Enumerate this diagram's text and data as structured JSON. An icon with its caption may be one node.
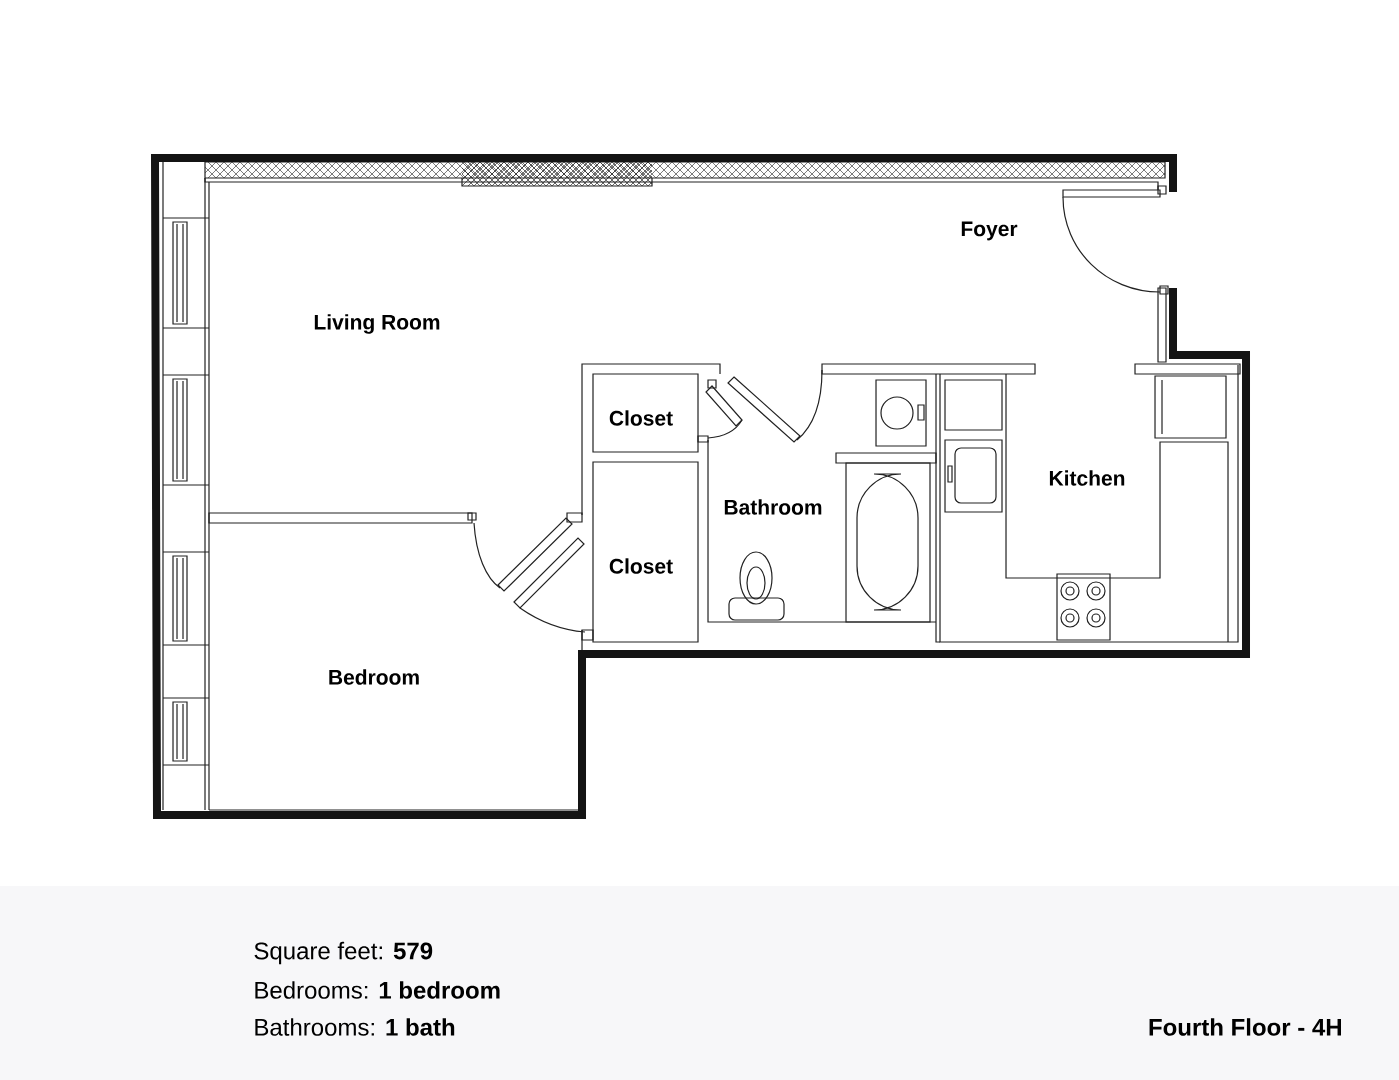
{
  "diagram": {
    "title": "Fourth Floor - 4H",
    "labels": [
      "Foyer",
      "Living Room",
      "Closet",
      "Kitchen",
      "Bathroom",
      "Closet",
      "Bedroom",
      "Square feet: **579**",
      "Bedrooms: **1 bedroom**",
      "Bathrooms: **1 bath**"
    ]
  }
}
